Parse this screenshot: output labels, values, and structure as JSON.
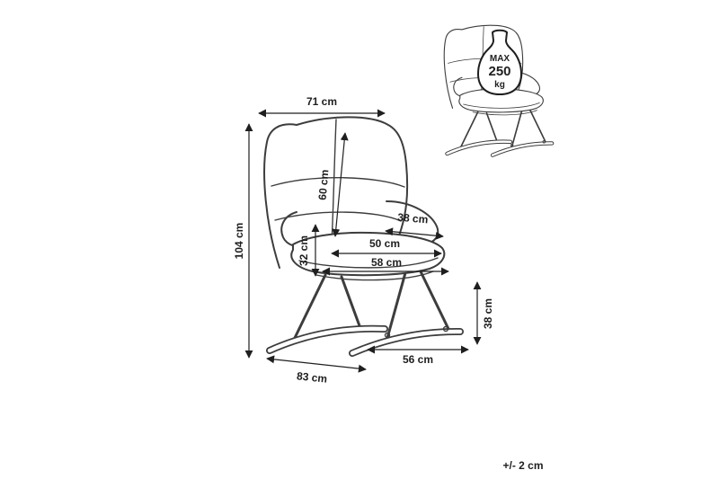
{
  "diagram": {
    "dims": {
      "top_width": "71 cm",
      "backrest_height": "60 cm",
      "total_height": "104 cm",
      "armrest_depth": "38 cm",
      "seat_back_height": "32 cm",
      "seat_width": "50 cm",
      "seat_outer_width": "58 cm",
      "base_height": "38 cm",
      "base_inner_width": "56 cm",
      "rocker_length": "83 cm"
    },
    "max_load": {
      "label": "MAX",
      "value": "250",
      "unit": "kg"
    },
    "tolerance_note": "+/- 2 cm",
    "colors": {
      "line": "#3d3d3d",
      "dimension": "#1f1f1f",
      "background": "#ffffff"
    }
  }
}
